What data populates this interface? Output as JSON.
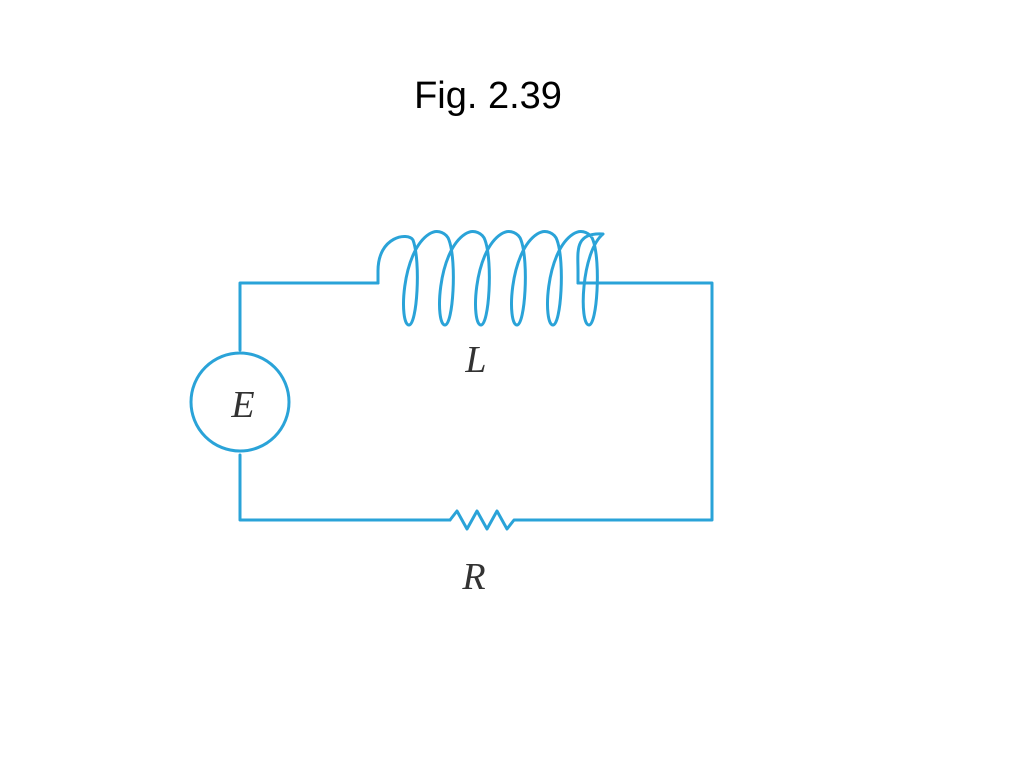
{
  "figure": {
    "title": "Fig. 2.39"
  },
  "circuit": {
    "wire_color": "#2aa3d8",
    "label_color": "#333333",
    "components": {
      "source": {
        "type": "voltage-source",
        "label": "E"
      },
      "inductor": {
        "type": "inductor",
        "label": "L",
        "turns": 6
      },
      "resistor": {
        "type": "resistor",
        "label": "R"
      }
    }
  }
}
